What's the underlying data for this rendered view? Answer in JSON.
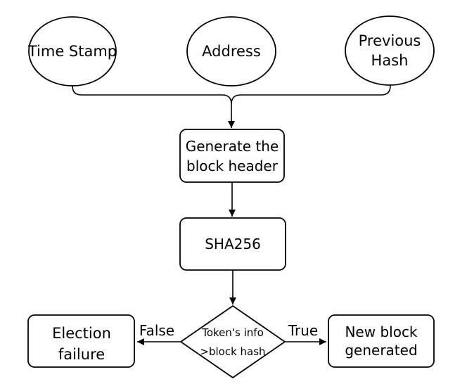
{
  "diagram": {
    "inputs": {
      "timestamp": "Time Stamp",
      "address": "Address",
      "previous_hash_line1": "Previous",
      "previous_hash_line2": "Hash"
    },
    "generate_header": {
      "line1": "Generate the",
      "line2": "block header"
    },
    "sha": {
      "label": "SHA256"
    },
    "decision": {
      "line1": "Token's info",
      "line2": ">block hash"
    },
    "branches": {
      "false_label": "False",
      "true_label": "True"
    },
    "failure": {
      "line1": "Election",
      "line2": "failure"
    },
    "success": {
      "line1": "New block",
      "line2": "generated"
    }
  }
}
